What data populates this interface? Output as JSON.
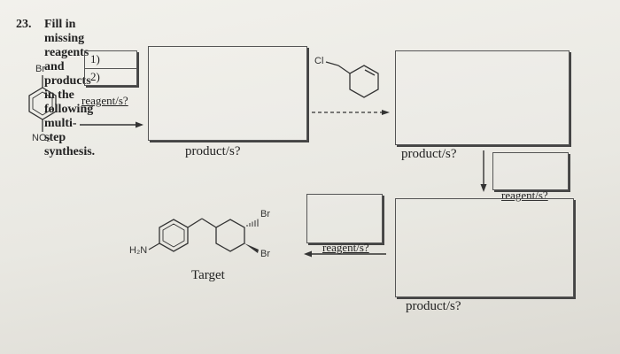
{
  "question": {
    "number": "23.",
    "text": "Fill in missing reagents and products in the following multi-step synthesis."
  },
  "reagent_box_1": {
    "line1": "1)",
    "line2": "2)",
    "label": "reagent/s?"
  },
  "labels": {
    "product_1": "product/s?",
    "product_2": "product/s?",
    "product_3": "product/s?",
    "reagent_2": "reagent/s?",
    "reagent_3": "reagent/s?",
    "target": "Target"
  },
  "atoms": {
    "br_start": "Br",
    "no2": "NO₂",
    "cl": "Cl",
    "h2n": "H₂N",
    "br_hash": "Br",
    "br_wedge": "Br"
  },
  "colors": {
    "ink": "#222222",
    "box_border": "#555555",
    "paper": "#eeede8"
  }
}
